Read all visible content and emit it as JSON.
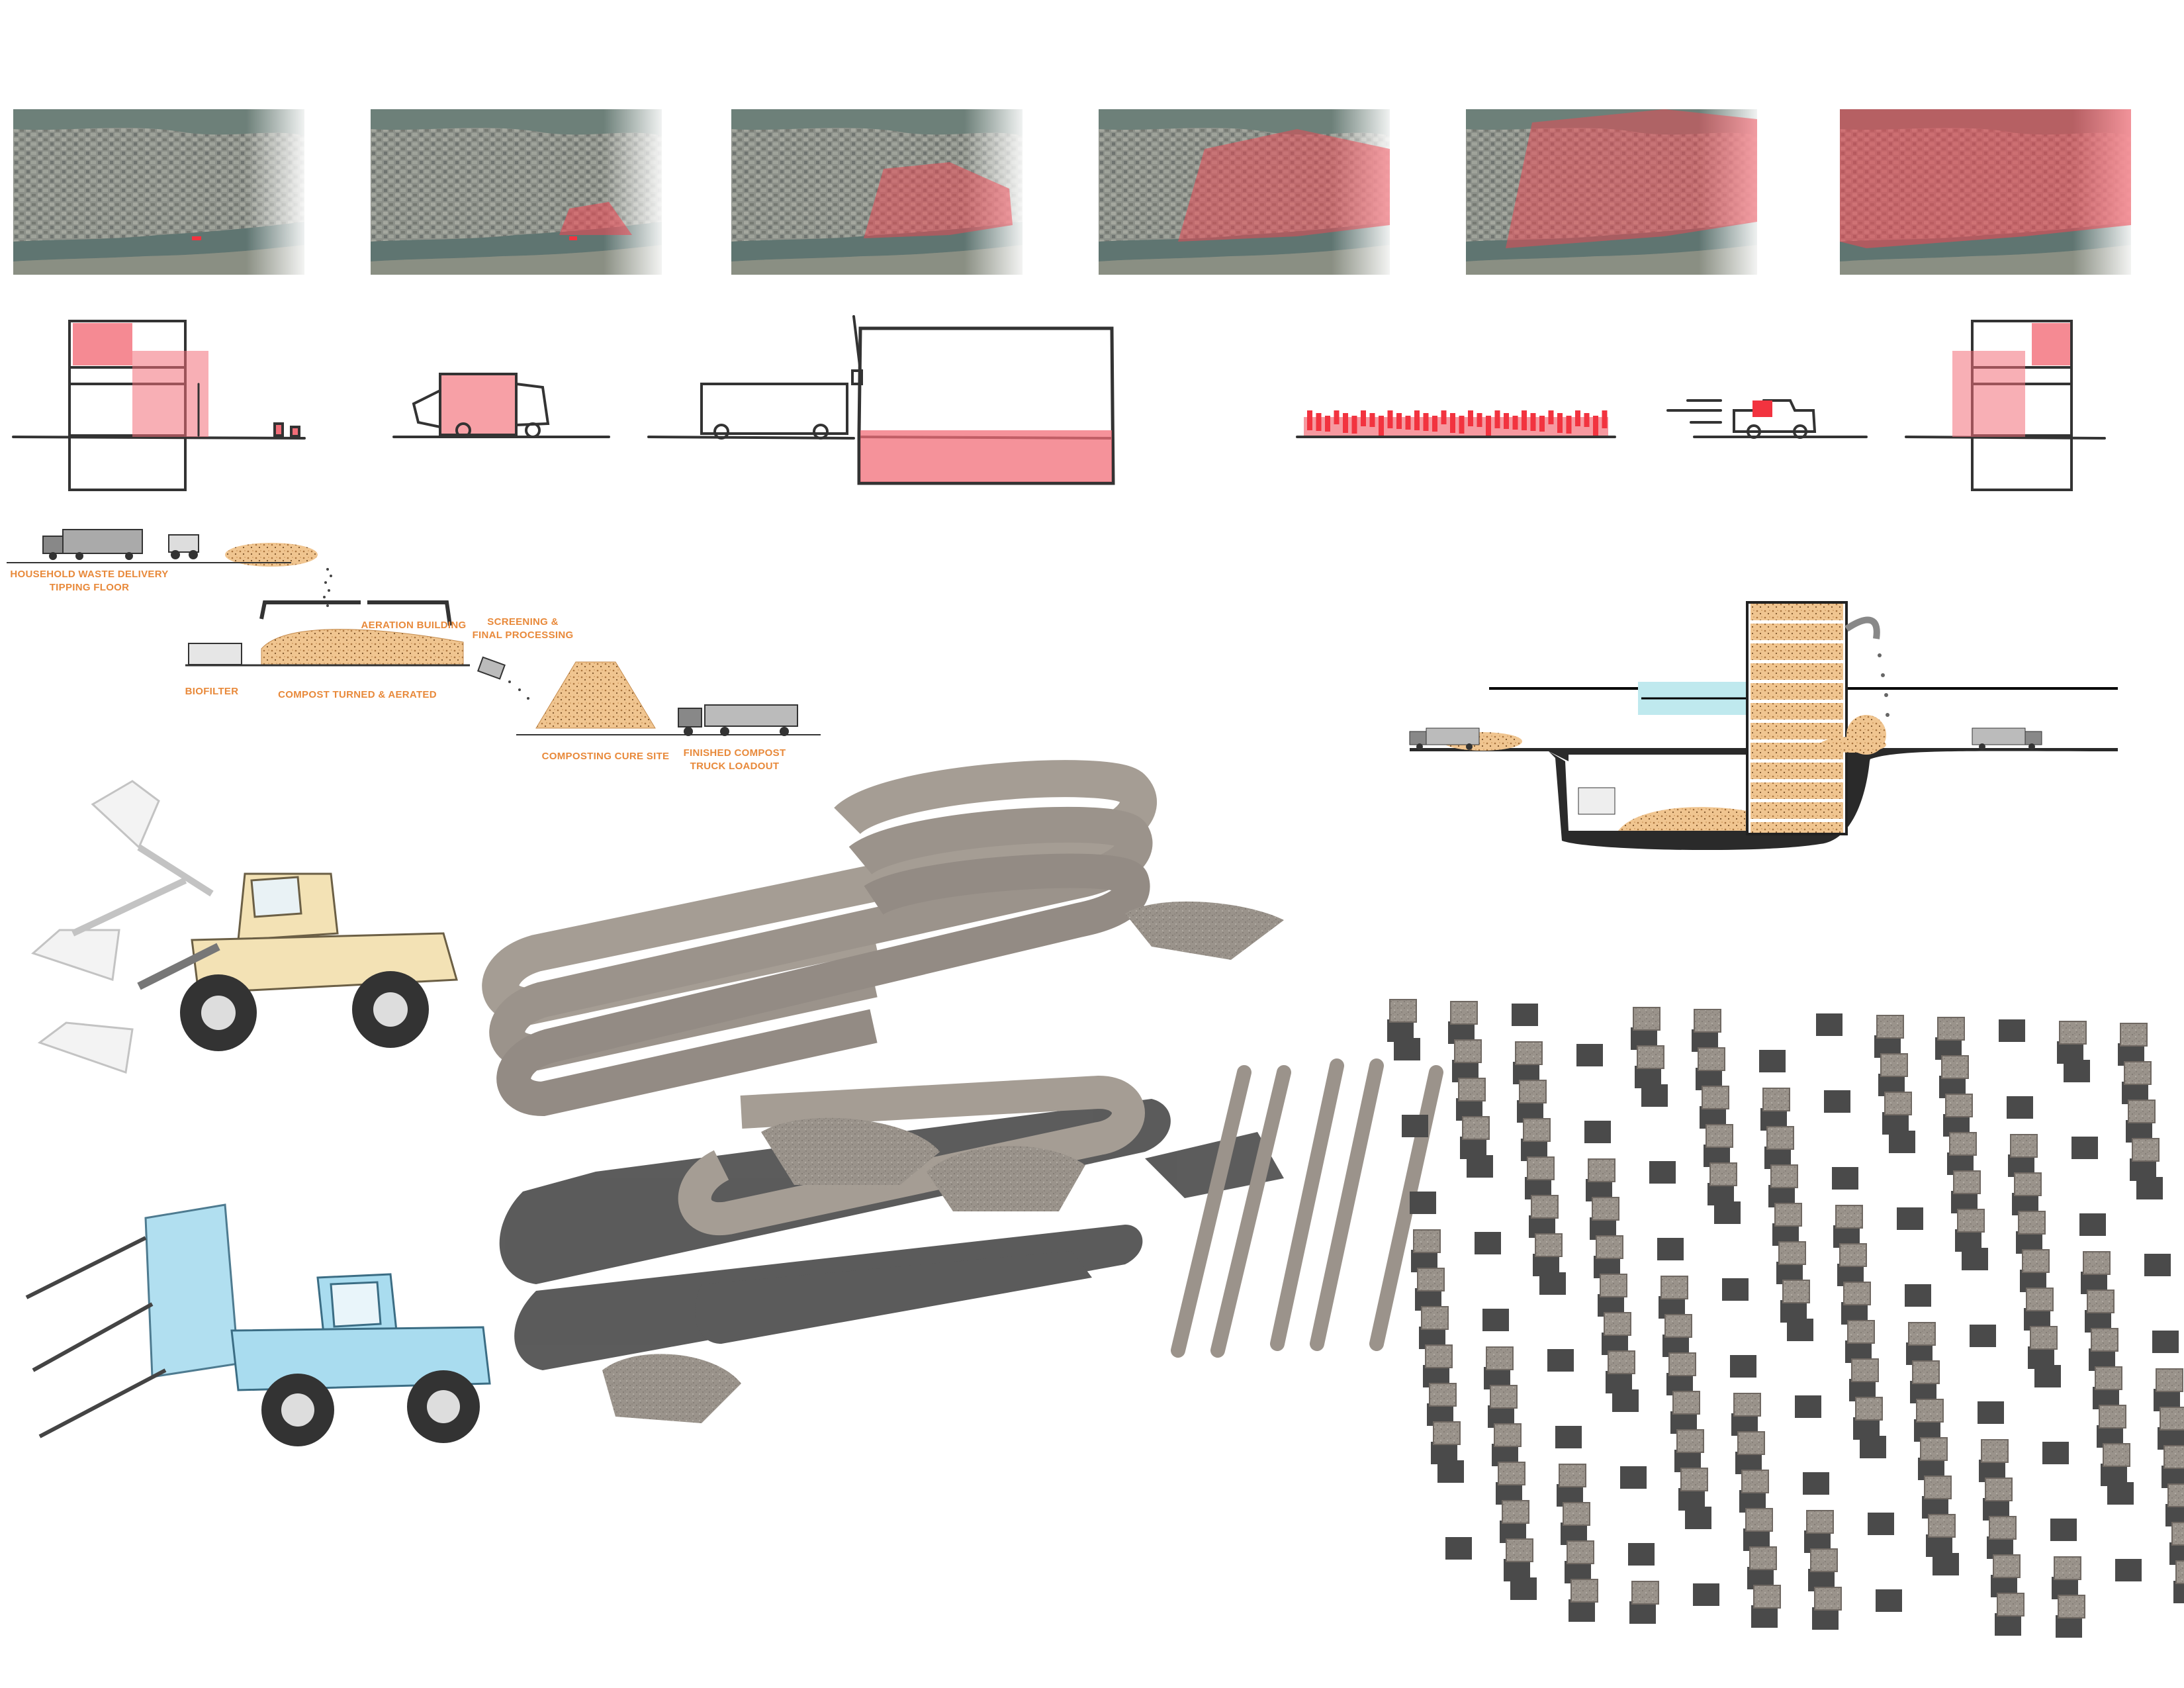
{
  "process_labels": {
    "household_waste": "HOUSEHOLD WASTE DELIVERY",
    "tipping_floor": "TIPPING FLOOR",
    "aeration_building": "AERATION BUILDING",
    "screening_1": "SCREENING &",
    "screening_2": "FINAL PROCESSING",
    "biofilter": "BIOFILTER",
    "compost_turned": "COMPOST TURNED & AERATED",
    "curing_site": "COMPOSTING CURE SITE",
    "finished_1": "FINISHED COMPOST",
    "finished_2": "TRUCK LOADOUT"
  },
  "map_sequence": [
    {
      "coverage": 0.01
    },
    {
      "coverage": 0.08
    },
    {
      "coverage": 0.22
    },
    {
      "coverage": 0.45
    },
    {
      "coverage": 0.7
    },
    {
      "coverage": 0.95
    }
  ],
  "colors": {
    "highlight_red": "#f26d78",
    "label_orange": "#e8893a",
    "compost_fill": "#f2c78e",
    "loader_yellow": "#f3e2b5",
    "loader_blue": "#a9dcef",
    "surface_gray": "#9b948c",
    "shadow_gray": "#555555",
    "water_cyan": "#bfe9ee"
  },
  "icons": [
    "loader-icon",
    "turner-icon",
    "truck-icon",
    "building-section-icon"
  ]
}
